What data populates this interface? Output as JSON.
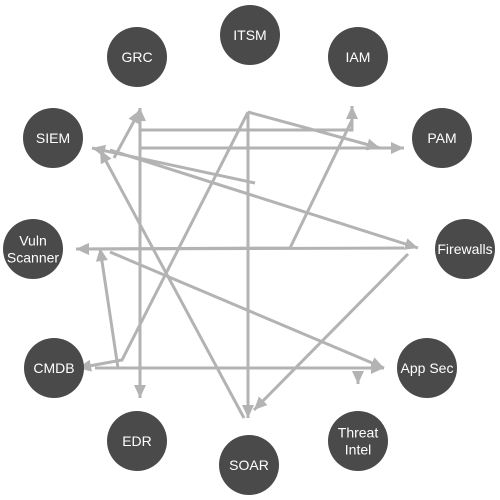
{
  "nodes": [
    {
      "id": "itsm",
      "label": "ITSM"
    },
    {
      "id": "grc",
      "label": "GRC"
    },
    {
      "id": "iam",
      "label": "IAM"
    },
    {
      "id": "siem",
      "label": "SIEM"
    },
    {
      "id": "pam",
      "label": "PAM"
    },
    {
      "id": "vuln",
      "label": "Vuln\nScanner"
    },
    {
      "id": "firewalls",
      "label": "Firewalls"
    },
    {
      "id": "cmdb",
      "label": "CMDB"
    },
    {
      "id": "appsec",
      "label": "App Sec"
    },
    {
      "id": "edr",
      "label": "EDR"
    },
    {
      "id": "soar",
      "label": "SOAR"
    },
    {
      "id": "threat",
      "label": "Threat\nIntel"
    }
  ],
  "edges": [
    {
      "from": "siem",
      "to": "grc"
    },
    {
      "from": "siem",
      "to": "iam"
    },
    {
      "from": "siem",
      "to": "pam"
    },
    {
      "from": "siem",
      "to": "firewalls"
    },
    {
      "from": "itsm",
      "to": "pam"
    },
    {
      "from": "itsm",
      "to": "edr"
    },
    {
      "from": "itsm",
      "to": "soar"
    },
    {
      "from": "itsm",
      "to": "cmdb"
    },
    {
      "from": "pam",
      "to": "vuln"
    },
    {
      "from": "firewalls",
      "to": "vuln"
    },
    {
      "from": "firewalls",
      "to": "soar"
    },
    {
      "from": "firewalls",
      "to": "siem"
    },
    {
      "from": "vuln",
      "to": "appsec"
    },
    {
      "from": "cmdb",
      "to": "appsec"
    },
    {
      "from": "cmdb",
      "to": "threat"
    },
    {
      "from": "cmdb",
      "to": "vuln"
    },
    {
      "from": "edr",
      "to": "grc"
    },
    {
      "from": "soar",
      "to": "siem"
    }
  ]
}
